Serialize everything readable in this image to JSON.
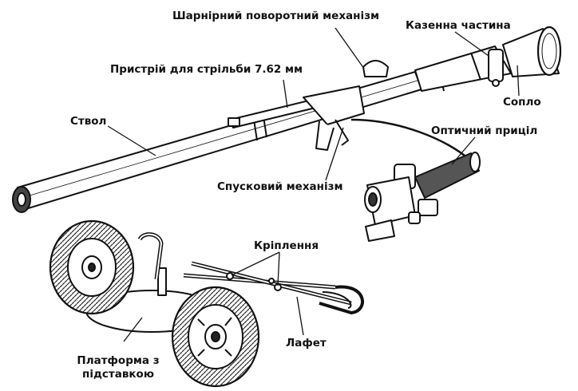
{
  "labels": {
    "pivot": "Шарнірний поворотний механізм",
    "breech": "Казенна частина",
    "rifle": "Пристрій для стрільби 7.62 мм",
    "barrel": "Ствол",
    "nozzle": "Сопло",
    "sight": "Оптичний приціл",
    "trigger": "Спусковий механізм",
    "mounts": "Кріплення",
    "carriage": "Лафет",
    "platform_line1": "Платформа з",
    "platform_line2": "підставкою"
  },
  "colors": {
    "ink": "#111111",
    "paper": "#ffffff"
  }
}
